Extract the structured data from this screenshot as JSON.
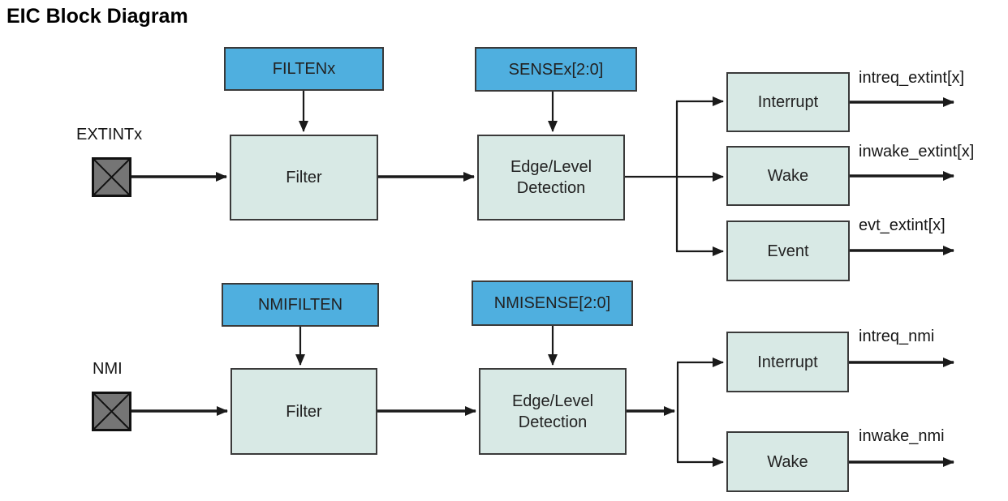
{
  "title": "EIC Block Diagram",
  "colors": {
    "register_box": "#4fafdf",
    "function_box": "#d8e9e5",
    "box_border": "#3a3a3a",
    "pad_fill": "#757575",
    "line": "#1a1a1a",
    "text": "#222222"
  },
  "extint": {
    "input_label": "EXTINTx",
    "registers": {
      "filter": "FILTENx",
      "sense": "SENSEx[2:0]"
    },
    "blocks": {
      "filter": "Filter",
      "detection": "Edge/Level Detection"
    },
    "outputs": [
      {
        "block": "Interrupt",
        "signal": "intreq_extint[x]"
      },
      {
        "block": "Wake",
        "signal": "inwake_extint[x]"
      },
      {
        "block": "Event",
        "signal": "evt_extint[x]"
      }
    ]
  },
  "nmi": {
    "input_label": "NMI",
    "registers": {
      "filter": "NMIFILTEN",
      "sense": "NMISENSE[2:0]"
    },
    "blocks": {
      "filter": "Filter",
      "detection": "Edge/Level Detection"
    },
    "outputs": [
      {
        "block": "Interrupt",
        "signal": "intreq_nmi"
      },
      {
        "block": "Wake",
        "signal": "inwake_nmi"
      }
    ]
  }
}
